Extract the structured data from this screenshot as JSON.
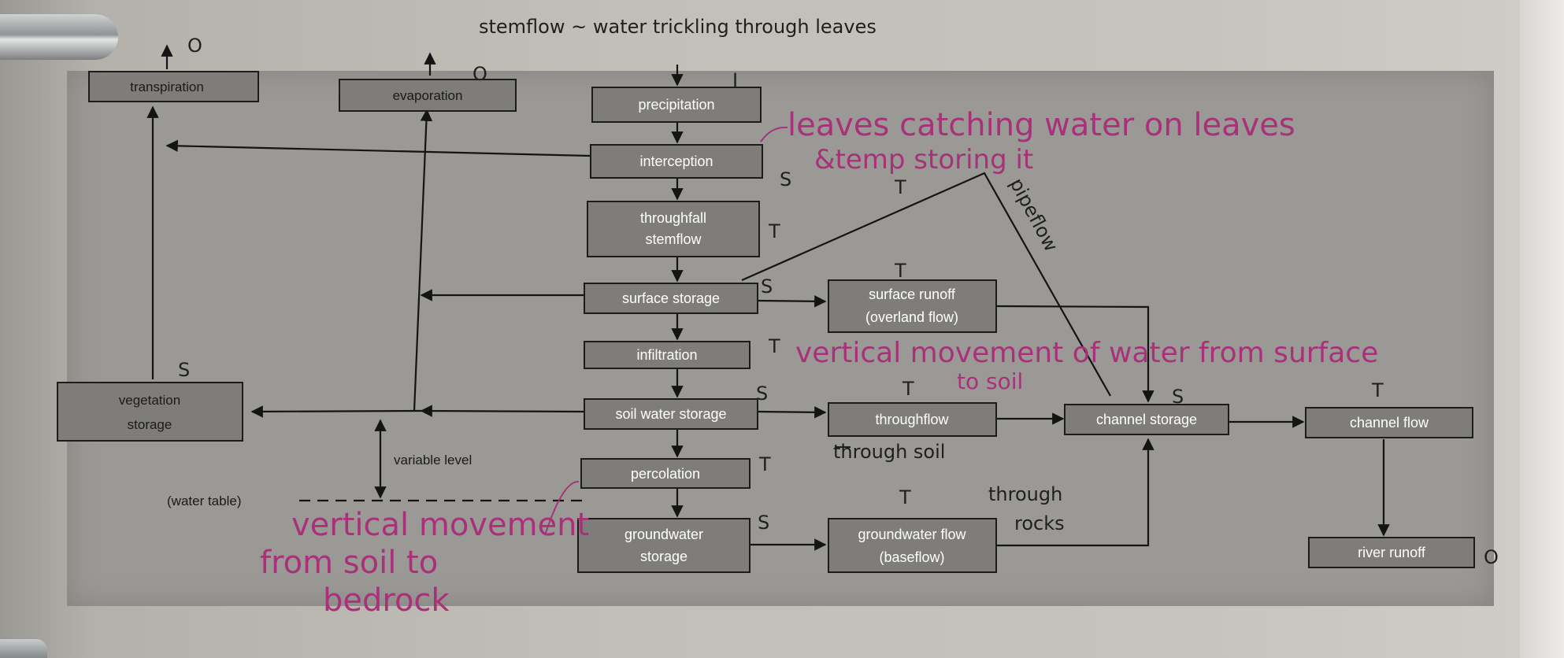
{
  "boxes": {
    "transpiration": "transpiration",
    "evaporation": "evaporation",
    "precipitation": "precipitation",
    "interception": "interception",
    "throughfall_1": "throughfall",
    "throughfall_2": "stemflow",
    "surface_storage": "surface storage",
    "surface_runoff_1": "surface runoff",
    "surface_runoff_2": "(overland flow)",
    "infiltration": "infiltration",
    "vegetation_1": "vegetation",
    "vegetation_2": "storage",
    "soil_water_storage": "soil water storage",
    "throughflow": "throughflow",
    "channel_storage": "channel storage",
    "channel_flow": "channel flow",
    "percolation": "percolation",
    "groundwater_storage_1": "groundwater",
    "groundwater_storage_2": "storage",
    "groundwater_flow_1": "groundwater flow",
    "groundwater_flow_2": "(baseflow)",
    "river_runoff": "river runoff"
  },
  "labels": {
    "variable_level": "variable level",
    "water_table": "(water table)"
  },
  "handwritten": {
    "title": "stemflow ~ water trickling through leaves",
    "interception_note_1": "leaves catching water on leaves",
    "interception_note_2": "&temp storing it",
    "pipeflow": "pipeflow",
    "infiltration_note_1": "vertical movement of water from surface",
    "infiltration_note_2": "to soil",
    "throughflow_note": "through soil",
    "groundwater_flow_note_1": "through",
    "groundwater_flow_note_2": "rocks",
    "percolation_note_1": "vertical movement",
    "percolation_note_2": "from soil to",
    "percolation_note_3": "bedrock"
  },
  "markers": {
    "transpiration": "O",
    "evaporation": "O",
    "precipitation": "I",
    "interception": "S",
    "throughfall": "T",
    "interception_link": "T",
    "surface_storage": "S",
    "surface_runoff": "T",
    "infiltration": "T",
    "vegetation": "S",
    "soil_water": "S",
    "throughflow": "T",
    "channel_storage": "S",
    "channel_flow": "T",
    "percolation": "T",
    "groundwater_storage": "S",
    "groundwater_flow": "T",
    "river_runoff": "O"
  },
  "colors": {
    "box_fill": "#7f7d7a",
    "box_highlight": "#c58b98",
    "pink_ink": "#a8317a",
    "pencil": "#1f1f1f"
  }
}
